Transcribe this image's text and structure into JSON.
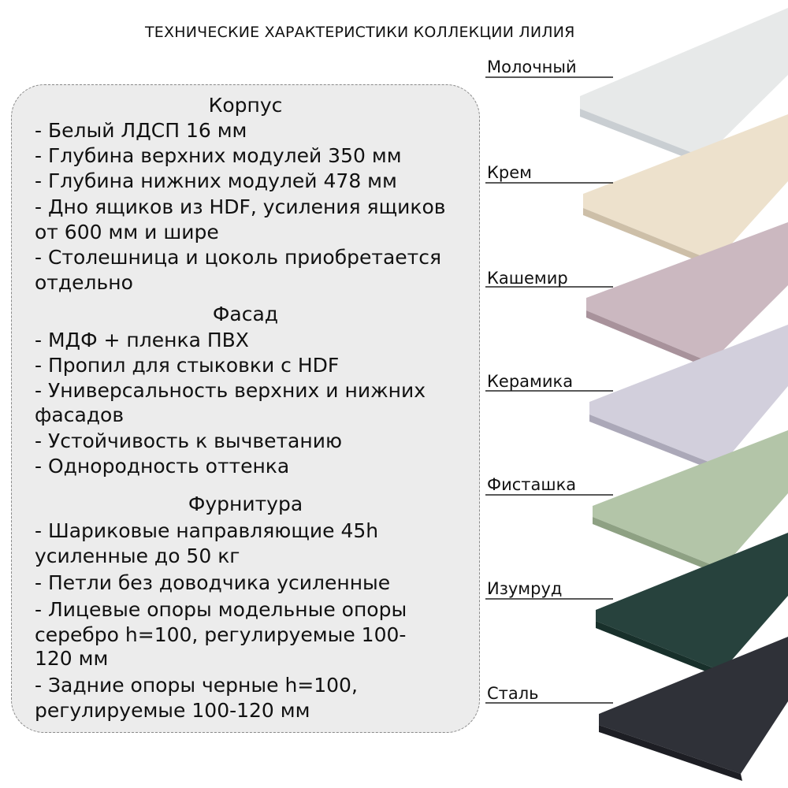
{
  "title": "ТЕХНИЧЕСКИЕ ХАРАКТЕРИСТИКИ КОЛЛЕКЦИИ ЛИЛИЯ",
  "specs": {
    "korpus": {
      "heading": "Корпус",
      "lines": [
        "- Белый ЛДСП 16 мм",
        "- Глубина верхних модулей 350 мм",
        "- Глубина нижних модулей 478 мм",
        "- Дно ящиков из HDF, усиления ящиков",
        "от 600 мм и шире",
        "- Столешница и цоколь приобретается",
        "отдельно"
      ]
    },
    "fasad": {
      "heading": "Фасад",
      "lines": [
        "- МДФ + пленка ПВХ",
        "- Пропил для стыковки с HDF",
        "- Универсальность верхних и нижних",
        "фасадов",
        "- Устойчивость к вычветанию",
        "- Однородность оттенка"
      ]
    },
    "furnitura": {
      "heading": "Фурнитура",
      "lines": [
        "- Шариковые направляющие 45h",
        "усиленные до 50 кг",
        "- Петли без доводчика усиленные",
        "- Лицевые опоры модельные опоры",
        "серебро h=100, регулируемые 100-",
        "120 мм",
        "- Задние опоры черные h=100,",
        "регулируемые 100-120 мм"
      ]
    }
  },
  "swatches": [
    {
      "label": "Молочный",
      "color": "#e7e9e9",
      "edge": "#c9ced2"
    },
    {
      "label": "Крем",
      "color": "#ede1cc",
      "edge": "#cdbfa8"
    },
    {
      "label": "Кашемир",
      "color": "#cbb8c0",
      "edge": "#a8929b"
    },
    {
      "label": "Керамика",
      "color": "#d2cfdc",
      "edge": "#aba8b8"
    },
    {
      "label": "Фисташка",
      "color": "#b3c5a8",
      "edge": "#8ea183"
    },
    {
      "label": "Изумруд",
      "color": "#27423d",
      "edge": "#18302b"
    },
    {
      "label": "Сталь",
      "color": "#2f3138",
      "edge": "#1d1e24"
    }
  ]
}
